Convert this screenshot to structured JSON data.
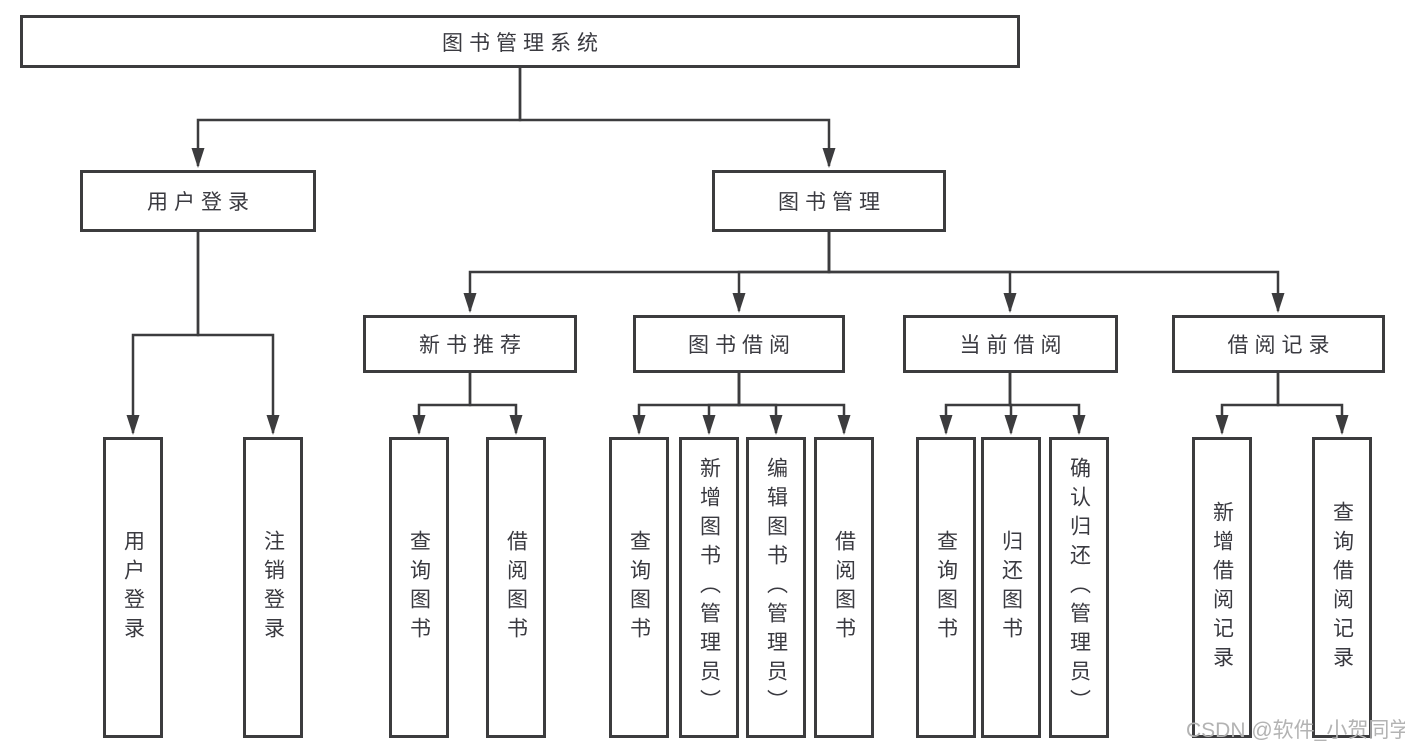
{
  "diagram": {
    "root": {
      "label": "图书管理系统"
    },
    "level2": {
      "user_login": {
        "label": "用户登录"
      },
      "book_management": {
        "label": "图书管理"
      }
    },
    "level3": {
      "new_book_recommend": {
        "label": "新书推荐"
      },
      "book_borrowing": {
        "label": "图书借阅"
      },
      "current_borrowing": {
        "label": "当前借阅"
      },
      "borrowing_records": {
        "label": "借阅记录"
      }
    },
    "leaves": {
      "user_login": [
        "用户登录",
        "注销登录"
      ],
      "new_book_recommend": [
        "查询图书",
        "借阅图书"
      ],
      "book_borrowing": [
        "查询图书",
        "新增图书（管理员）",
        "编辑图书（管理员）",
        "借阅图书"
      ],
      "current_borrowing": [
        "查询图书",
        "归还图书",
        "确认归还（管理员）"
      ],
      "borrowing_records": [
        "新增借阅记录",
        "查询借阅记录"
      ]
    }
  },
  "watermark": "CSDN @软件_小贺同学",
  "colors": {
    "line": "#3c3c3e",
    "text": "#3a3a40",
    "watermark": "#b3b3b3",
    "background": "#ffffff"
  }
}
